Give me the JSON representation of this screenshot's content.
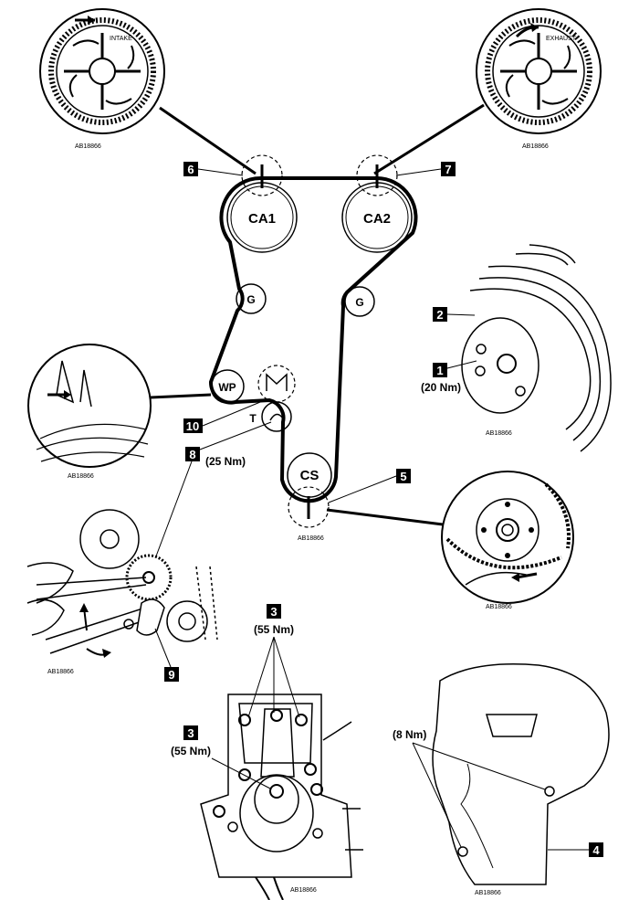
{
  "pulleys": {
    "ca1": "CA1",
    "ca2": "CA2",
    "g_left": "G",
    "g_right": "G",
    "wp": "WP",
    "t": "T",
    "cs": "CS"
  },
  "callouts": {
    "n1": "1",
    "n2": "2",
    "n3a": "3",
    "n3b": "3",
    "n4": "4",
    "n5": "5",
    "n6": "6",
    "n7": "7",
    "n8": "8",
    "n9": "9",
    "n10": "10"
  },
  "torques": {
    "t20": "(20 Nm)",
    "t25": "(25 Nm)",
    "t55a": "(55 Nm)",
    "t55b": "(55 Nm)",
    "t8": "(8 Nm)"
  },
  "sprocket_texts": {
    "intake": "INTAKE",
    "exhaust": "EXHAUST"
  },
  "figure_codes": {
    "c1": "AB18866",
    "c2": "AB18866",
    "c3": "AB18866",
    "c4": "AB18866",
    "c5": "AB18866",
    "c6": "AB18866",
    "c7": "AB18866",
    "c8": "AB18866",
    "c9": "AB18866"
  },
  "colors": {
    "ink": "#000000",
    "paper": "#ffffff"
  }
}
